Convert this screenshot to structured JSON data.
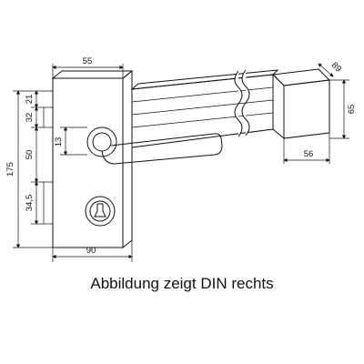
{
  "dimensions": {
    "top_width": "55",
    "depth_diag": "89",
    "cap_height": "65",
    "cap_width": "56",
    "handle_offset": "13",
    "v21": "21",
    "v32": "32",
    "v50": "50",
    "v34_5": "34,5",
    "total_height": "175",
    "bottom_width": "90"
  },
  "caption": "Abbildung zeigt DIN rechts",
  "colors": {
    "line": "#111111",
    "fill_light": "#f2f2f2",
    "fill_mid": "#d9d9d9",
    "fill_dark": "#bdbdbd"
  }
}
